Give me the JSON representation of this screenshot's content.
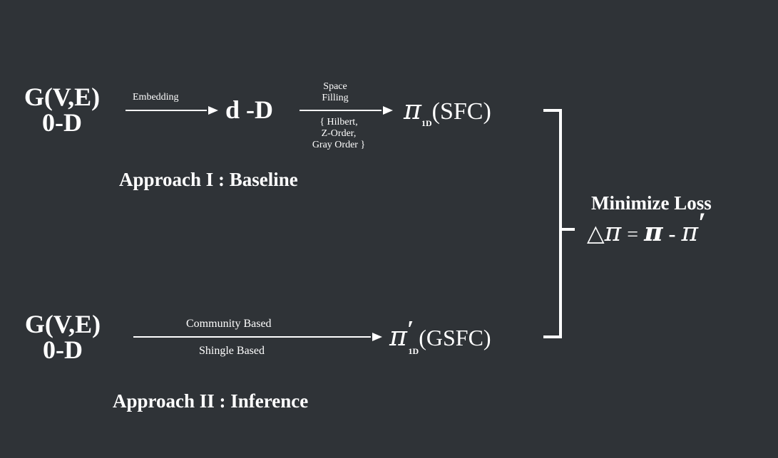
{
  "colors": {
    "background": "#2f3337",
    "foreground": "#ffffff"
  },
  "approach1": {
    "source_line1": "G(V,E)",
    "source_line2": "0-D",
    "edge1_label": "Embedding",
    "intermediate": "d -D",
    "edge2_label_top_line1": "Space",
    "edge2_label_top_line2": "Filling",
    "edge2_label_bottom_line1": "{ Hilbert,",
    "edge2_label_bottom_line2": "Z-Order,",
    "edge2_label_bottom_line3": "Gray Order }",
    "target_symbol": "π",
    "target_subscript": "1D",
    "target_text": "(SFC)",
    "heading": "Approach I : Baseline"
  },
  "approach2": {
    "source_line1": "G(V,E)",
    "source_line2": "0-D",
    "edge_label_top": "Community Based",
    "edge_label_bottom": "Shingle Based",
    "target_symbol": "π",
    "target_prime": "′",
    "target_subscript": "1D",
    "target_text": "(GSFC)",
    "heading": "Approach II : Inference"
  },
  "loss": {
    "title": "Minimize Loss",
    "delta": "△",
    "pi": "π",
    "equals": "=",
    "minus": "-",
    "prime": "′"
  }
}
